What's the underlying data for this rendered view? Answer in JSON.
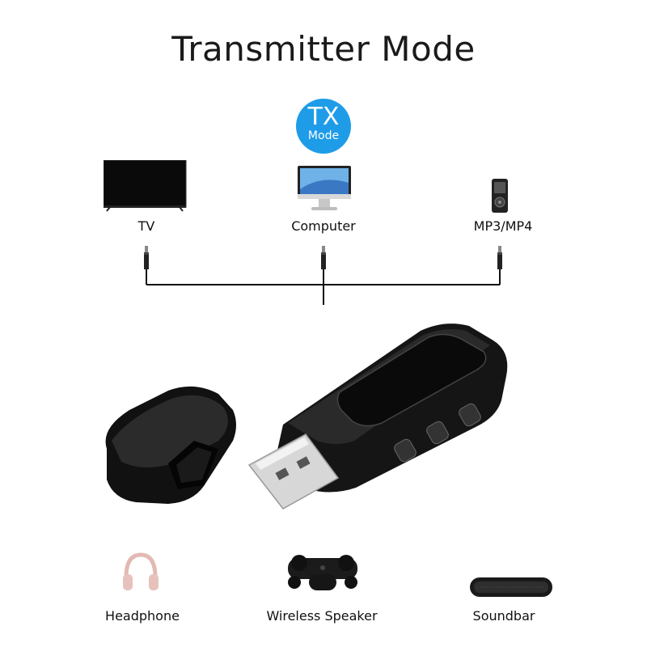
{
  "title": "Transmitter Mode",
  "mode_badge": {
    "main": "TX",
    "sub": "Mode",
    "color": "#1e9ce8"
  },
  "sources": [
    {
      "label": "TV",
      "icon": "tv-icon"
    },
    {
      "label": "Computer",
      "icon": "computer-icon"
    },
    {
      "label": "MP3/MP4",
      "icon": "mp3-player-icon"
    }
  ],
  "device": {
    "icon": "usb-bluetooth-transmitter-icon"
  },
  "outputs": [
    {
      "label": "Headphone",
      "icon": "headphone-icon"
    },
    {
      "label": "Wireless Speaker",
      "icon": "wireless-speaker-icon"
    },
    {
      "label": "Soundbar",
      "icon": "soundbar-icon"
    }
  ]
}
